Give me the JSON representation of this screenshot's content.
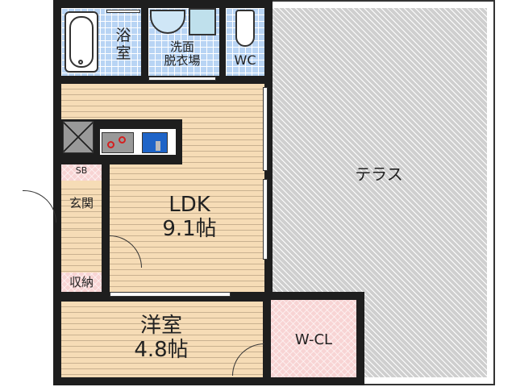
{
  "floorplan": {
    "rooms": {
      "bath": {
        "label": "浴\n室",
        "l1": "浴",
        "l2": "室"
      },
      "washroom": {
        "l1": "洗面",
        "l2": "脱衣場"
      },
      "wc": {
        "label": "WC"
      },
      "ldk": {
        "name": "LDK",
        "size": "9.1帖"
      },
      "sb": {
        "label": "SB"
      },
      "entrance": {
        "label": "玄関"
      },
      "storage": {
        "label": "収納"
      },
      "western": {
        "name": "洋室",
        "size": "4.8帖"
      },
      "wcl": {
        "label": "W-CL"
      },
      "terrace": {
        "label": "テラス"
      }
    },
    "colors": {
      "wall": "#1e1e1e",
      "tile": "#b8d4f4",
      "floor": "#f6dcb6",
      "pink": "#f8d4d4",
      "terrace": "#cfcfcf",
      "stove_burner": "#d42020",
      "sink": "#1e64c8"
    }
  }
}
